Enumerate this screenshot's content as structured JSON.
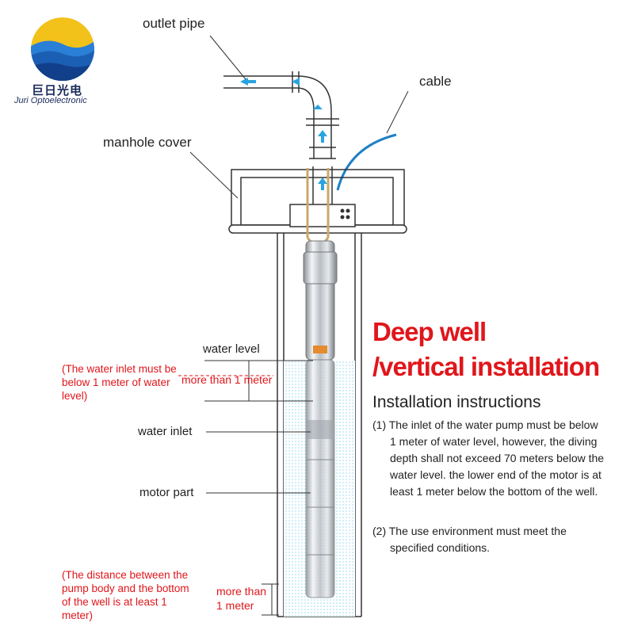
{
  "brand": {
    "name_cn": "巨日光电",
    "name_en": "Juri Optoelectronic"
  },
  "labels": {
    "outlet_pipe": "outlet pipe",
    "cable": "cable",
    "manhole_cover": "manhole cover",
    "water_level": "water level",
    "more_than_1m_upper": "more than 1 meter",
    "water_inlet": "water inlet",
    "motor_part": "motor part",
    "more_than_1m_lower_1": "more than",
    "more_than_1m_lower_2": "1 meter"
  },
  "notes": {
    "inlet_note": "(The water inlet must be below 1 meter of water level)",
    "bottom_note": "(The distance between the pump body and the bottom of the well is at least 1 meter)"
  },
  "heading": {
    "line1": "Deep well",
    "line2": "/vertical installation",
    "subtitle": "Installation instructions"
  },
  "instructions": [
    {
      "first": "(1) The inlet of the water pump must be below",
      "rest": "1 meter of water level, however, the diving depth shall not exceed 70 meters below the water level. the lower end of the motor is at least 1 meter below the bottom of the well."
    },
    {
      "first": "(2) The use environment must meet the",
      "rest": "specified conditions."
    }
  ],
  "colors": {
    "accent_red": "#e0161b",
    "water_blue": "#7fd0e8",
    "arrow_blue": "#2aa4e0",
    "cable_blue": "#1f7fc4",
    "logo_blue": "#1b5fb4",
    "logo_yellow": "#f2c21b"
  }
}
